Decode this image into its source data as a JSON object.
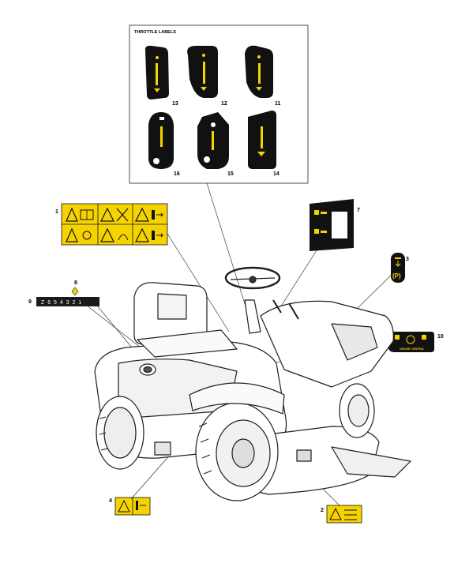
{
  "throttle_box": {
    "title": "THROTTLE LABELS",
    "labels": [
      "13",
      "12",
      "11",
      "16",
      "15",
      "14"
    ]
  },
  "callouts": {
    "seat_warning": "1",
    "deck_warning": "2",
    "park_decal": "3",
    "rear_warning": "4",
    "hitch_decal": "7",
    "fuel_marker": "8",
    "model_decal": "9",
    "cruise_decal": "10"
  },
  "cruise_text": "CRUISE CONTROL",
  "model_text": "Z 6 5 4 3 2 1",
  "park_text": "(P)",
  "colors": {
    "decal_yellow": "#f5d300",
    "decal_black": "#111111",
    "line": "#222222"
  }
}
